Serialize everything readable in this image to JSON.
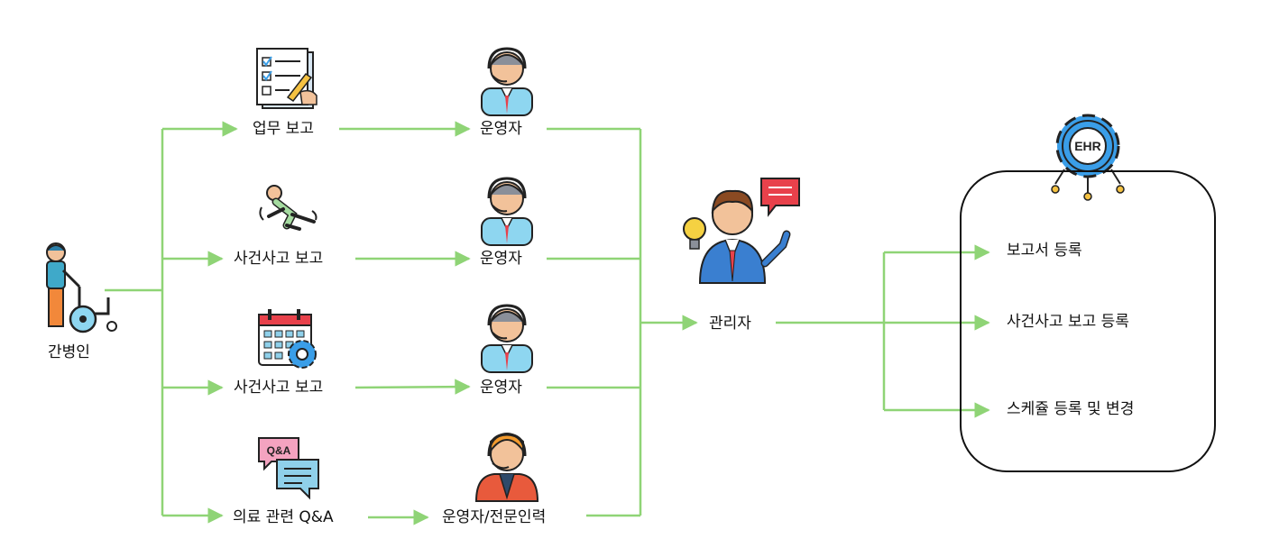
{
  "caregiver": {
    "label": "간병인"
  },
  "reports": [
    {
      "label": "업무 보고",
      "icon": "document-checklist-icon",
      "handler": "운영자",
      "handler_icon": "operator-headset-icon"
    },
    {
      "label": "사건사고 보고",
      "icon": "falling-person-icon",
      "handler": "운영자",
      "handler_icon": "operator-headset-icon"
    },
    {
      "label": "사건사고 보고",
      "icon": "calendar-gear-icon",
      "handler": "운영자",
      "handler_icon": "operator-headset-icon"
    },
    {
      "label": "의료 관련 Q&A",
      "icon": "qa-chat-icon",
      "handler": "운영자/전문인력",
      "handler_icon": "expert-headset-icon"
    }
  ],
  "admin": {
    "label": "관리자",
    "icon": "manager-presenting-icon"
  },
  "ehr": {
    "badge": "EHR",
    "icon": "ehr-gear-icon",
    "items": [
      "보고서 등록",
      "사건사고 보고 등록",
      "스케쥴 등록 및 변경"
    ]
  },
  "colors": {
    "arrow": "#8fd476",
    "box_border": "#111111",
    "gear": "#3a9ee8"
  }
}
